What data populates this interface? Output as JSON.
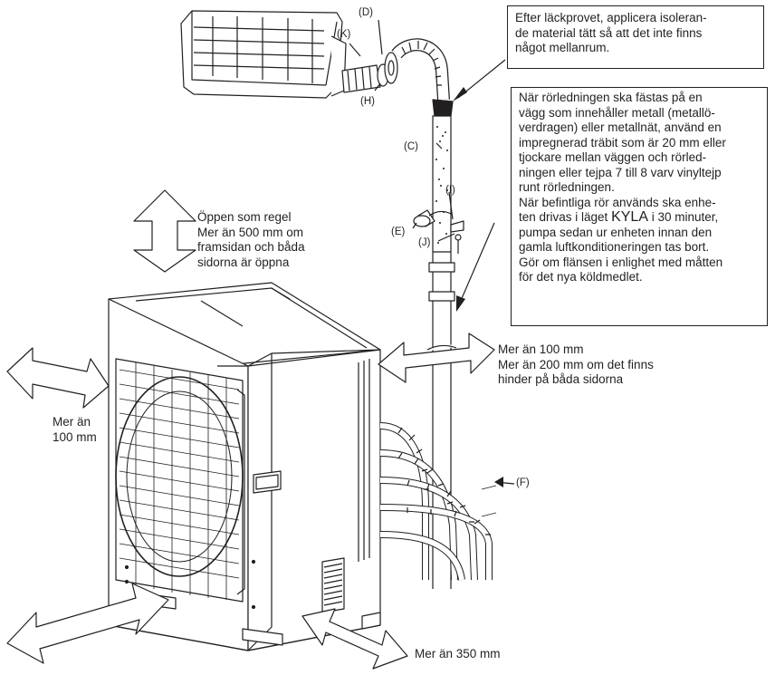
{
  "labels": {
    "D": "(D)",
    "K": "(K)",
    "H": "(H)",
    "C": "(C)",
    "I": "(I)",
    "E": "(E)",
    "J": "(J)",
    "F": "(F)"
  },
  "notes": {
    "leak_test": [
      "Efter läckprovet, applicera isoleran-",
      "de material tätt så att det inte finns",
      "något mellanrum."
    ],
    "wall_mount": [
      "När rörledningen ska fästas på en",
      "vägg som innehåller metall (metallö-",
      "verdragen) eller metallnät, använd en",
      "impregnerad träbit som är 20 mm eller",
      "tjockare mellan väggen och rörled-",
      "ningen eller tejpa 7 till 8 varv vinyltejp",
      "runt rörledningen.",
      "När befintliga rör används ska enhe-",
      "ten drivas i läget",
      "pumpa sedan ur enheten innan den",
      "gamla luftkonditioneringen tas bort.",
      "Gör om flänsen i enlighet med måtten",
      "för det nya köldmedlet."
    ],
    "mode_word": "KYLA",
    "mode_suffix": " i 30 minuter,"
  },
  "clearances": {
    "top": [
      "Öppen som regel",
      "Mer än 500 mm om",
      "framsidan och båda",
      "sidorna är öppna"
    ],
    "right": [
      "Mer än 100 mm",
      "Mer än 200 mm om det finns",
      "hinder på båda sidorna"
    ],
    "left": [
      "Mer än",
      "100 mm"
    ],
    "rear": "Mer än 350 mm"
  }
}
